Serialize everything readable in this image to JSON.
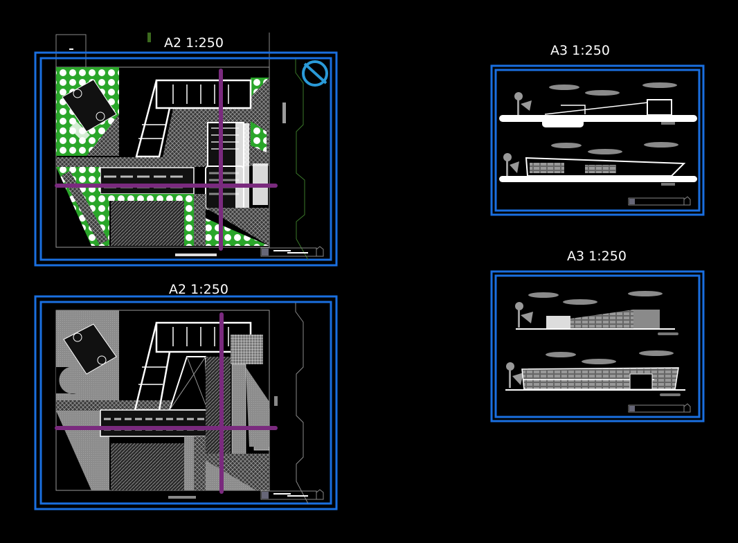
{
  "sheets": [
    {
      "id": "site-plan-1",
      "scale_label": "A2 1:250"
    },
    {
      "id": "site-plan-2",
      "scale_label": "A2 1:250"
    },
    {
      "id": "elevations-1",
      "scale_label": "A3 1:250"
    },
    {
      "id": "elevations-2",
      "scale_label": "A3 1:250"
    }
  ],
  "colors": {
    "background": "#000000",
    "sheet_frame": "#1a6fe0",
    "axis_lines": "#7a2a7e",
    "green_area": "#2aa62a",
    "hatch_gray": "#8c8c8c",
    "north_arrow": "#2a9ad8"
  }
}
